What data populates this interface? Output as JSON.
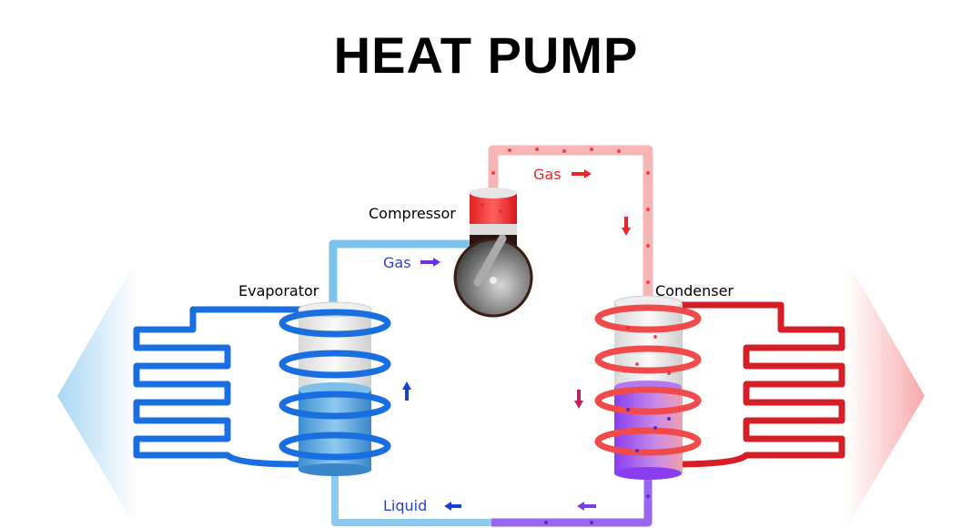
{
  "title": "HEAT PUMP",
  "labels": {
    "compressor": "Compressor",
    "evaporator": "Evaporator",
    "condenser": "Condenser",
    "gas_cold": "Gas",
    "gas_hot": "Gas",
    "liquid": "Liquid"
  },
  "colors": {
    "cold": "#1a6fe0",
    "hot": "#e8262a",
    "mixed": "#7a3fe0",
    "cold_label": "#2a3fd6",
    "hot_label": "#e8262a"
  }
}
